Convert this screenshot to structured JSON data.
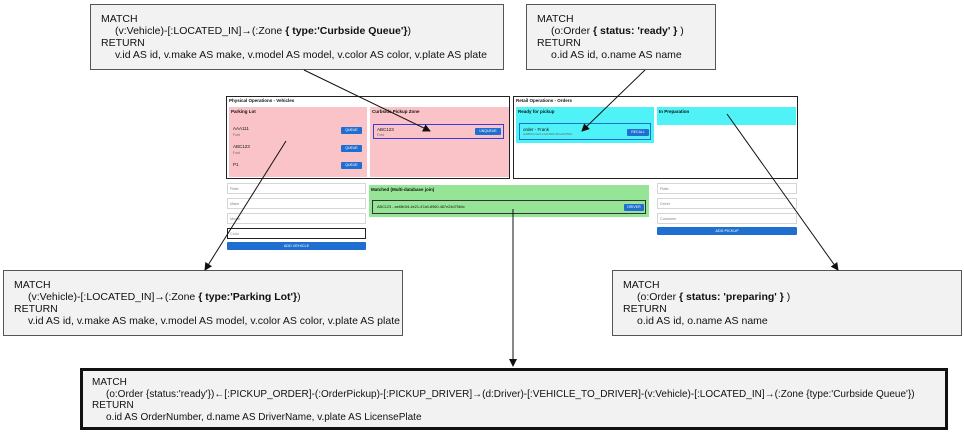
{
  "queries": {
    "curbside": {
      "l1": "MATCH",
      "l2a": "(v:Vehicle)-[:LOCATED_IN]→(:Zone ",
      "l2b": "{ type:'Curbside Queue'}",
      "l2c": ")",
      "l3": "RETURN",
      "l4": "v.id AS id, v.make AS make, v.model AS model, v.color AS color, v.plate AS plate"
    },
    "ready": {
      "l1": "MATCH",
      "l2a": "(o:Order ",
      "l2b": "{ status: 'ready' }",
      "l2c": " )",
      "l3": "RETURN",
      "l4": "o.id AS id, o.name AS name"
    },
    "parking": {
      "l1": "MATCH",
      "l2a": "(v:Vehicle)-[:LOCATED_IN]→(:Zone ",
      "l2b": "{ type:'Parking Lot'}",
      "l2c": ")",
      "l3": "RETURN",
      "l4": "v.id AS id, v.make AS make, v.model AS model, v.color AS color, v.plate AS plate"
    },
    "preparing": {
      "l1": "MATCH",
      "l2a": "(o:Order ",
      "l2b": "{ status: 'preparing' }",
      "l2c": " )",
      "l3": "RETURN",
      "l4": "o.id AS id, o.name AS name"
    },
    "join": {
      "l1": "MATCH",
      "l2": "(o:Order {status:'ready'})←[:PICKUP_ORDER]-(:OrderPickup)-[:PICKUP_DRIVER]→(d:Driver)-[:VEHICLE_TO_DRIVER]-(v:Vehicle)-[:LOCATED_IN]→(:Zone {type:'Curbside Queue'})",
      "l3": "RETURN",
      "l4": "o.id AS OrderNumber, d.name AS DriverName, v.plate AS LicensePlate"
    }
  },
  "mock": {
    "physical_title": "Physical Operations - Vehicles",
    "parking_title": "Parking Lot",
    "parking_items": [
      {
        "plate": "AAA111",
        "make": "Ford",
        "button": "QUEUE"
      },
      {
        "plate": "ABC123",
        "make": "Ford",
        "button": "QUEUE"
      },
      {
        "plate": "P1",
        "make": "",
        "button": "QUEUE"
      }
    ],
    "curbside_title": "Curbside Pickup Zone",
    "curbside_item": {
      "plate": "ABC123",
      "make": "Ford",
      "button": "UNQUEUE"
    },
    "retail_title": "Retail Operations - Orders",
    "ready_title": "Ready for pickup",
    "ready_item": {
      "name": "order - Frank",
      "id": "ae6f8b1f4-4e21-47a0-8960-487e24d75b0c",
      "button": "RECALL"
    },
    "prep_title": "In Preparation",
    "vehicle_fields": [
      "Plate",
      "Make",
      "Model",
      "Color"
    ],
    "add_vehicle": "ADD VEHICLE",
    "matched_title": "Matched (Multi-database join)",
    "matched_item": {
      "text": "ABC123 - ae6fb1f4-4e21-47a0-8960-487e24d75b0c",
      "button": "DRIVER"
    },
    "pickup_fields": [
      "Plate",
      "Driver",
      "Customer"
    ],
    "add_pickup": "ADD PICKUP"
  },
  "colors": {
    "parking_zone": "#f9c3c8",
    "curbside_zone": "#f9c3c8",
    "curbside_card_border": "#3b3bd6",
    "ready_zone": "#4ff2f7",
    "prep_zone": "#4ff2f7",
    "matched_zone": "#96e496",
    "button_blue": "#1f6fd1"
  }
}
